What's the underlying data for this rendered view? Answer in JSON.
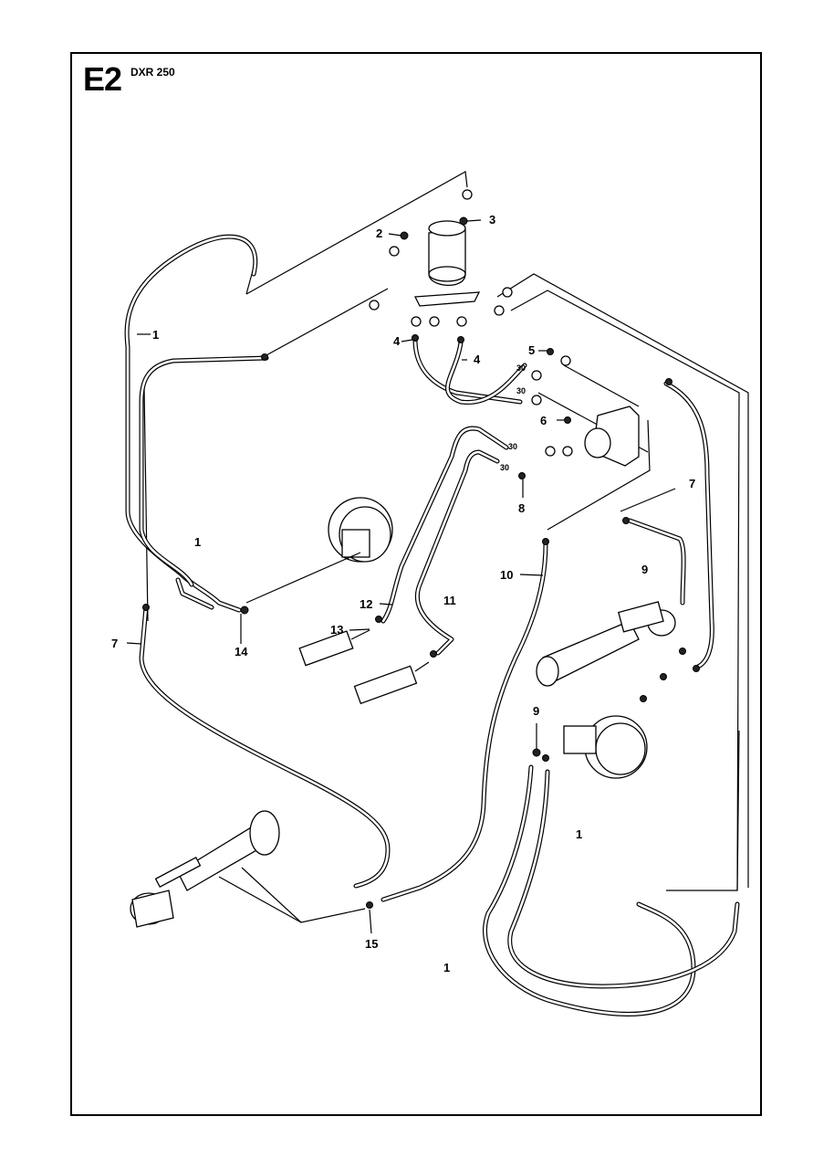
{
  "header": {
    "section_code": "E2",
    "model": "DXR 250"
  },
  "callouts": {
    "c1a": "1",
    "c1b": "1",
    "c1c": "1",
    "c1d": "1",
    "c2": "2",
    "c3": "3",
    "c4a": "4",
    "c4b": "4",
    "c5": "5",
    "c6": "6",
    "c7a": "7",
    "c7b": "7",
    "c8": "8",
    "c9a": "9",
    "c9b": "9",
    "c10": "10",
    "c11": "11",
    "c12": "12",
    "c13": "13",
    "c14": "14",
    "c15": "15"
  },
  "fitting_marks": {
    "m30a": "30",
    "m30b": "30",
    "m30c": "30",
    "m30d": "30"
  }
}
